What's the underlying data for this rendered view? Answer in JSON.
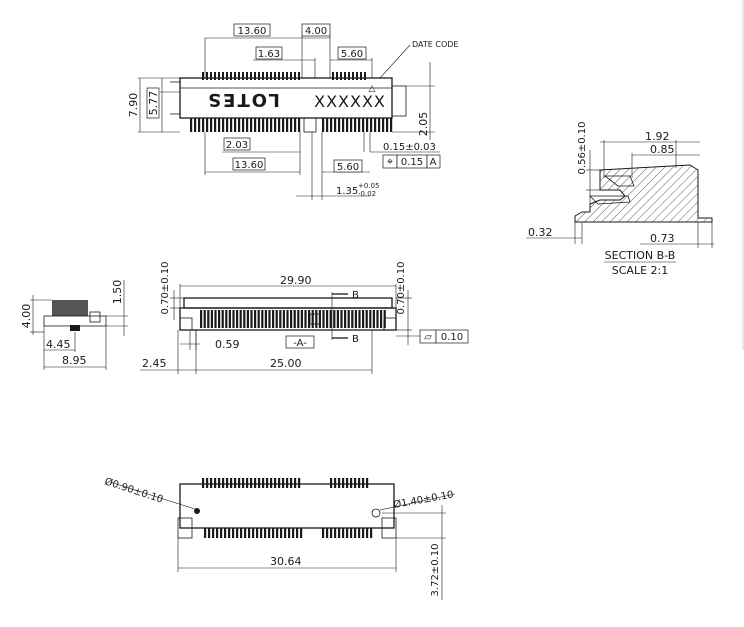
{
  "top_view": {
    "dims": {
      "d_13_60_top": "13.60",
      "d_4_00": "4.00",
      "d_1_63": "1.63",
      "d_5_60_top": "5.60",
      "d_7_90": "7.90",
      "d_5_77": "5.77",
      "d_2_05": "2.05",
      "d_2_03": "2.03",
      "d_0_15": "0.15±0.03",
      "d_13_60_bot": "13.60",
      "d_5_60_bot": "5.60",
      "tol_position": "0.15",
      "tol_datum": "A",
      "d_1_35": "1.35",
      "d_1_35_plus": "+0.05",
      "d_1_35_minus": "-0.02"
    },
    "brand": "LOTES",
    "date_code_label": "DATE CODE",
    "marking": "XXXXXX"
  },
  "section_view": {
    "dims": {
      "d_1_92": "1.92",
      "d_0_85": "0.85",
      "d_0_56": "0.56±0.10",
      "d_0_32": "0.32",
      "d_0_73": "0.73"
    },
    "title": "SECTION  B-B",
    "scale": "SCALE  2:1"
  },
  "side_view": {
    "d_4_00": "4.00",
    "d_1_50": "1.50",
    "d_4_45": "4.45",
    "d_8_95": "8.95"
  },
  "front_view": {
    "d_29_90": "29.90",
    "d_0_70_left": "0.70±0.10",
    "d_0_70_right": "0.70±0.10",
    "section_mark": "B",
    "d_0_59": "0.59",
    "datum_a": "-A-",
    "flatness_value": "0.10",
    "d_2_45": "2.45",
    "d_25_00": "25.00"
  },
  "bottom_view": {
    "d_0_90": "Ø0.90±0.10",
    "d_1_40": "Ø1.40±0.10",
    "d_30_64": "30.64",
    "d_3_72": "3.72±0.10"
  }
}
